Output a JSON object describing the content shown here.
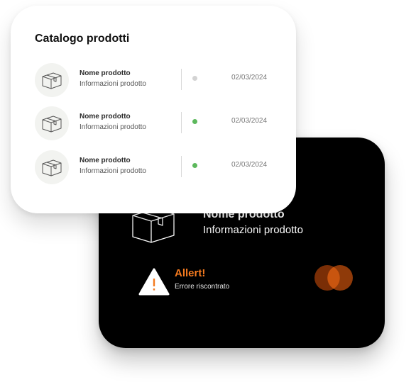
{
  "catalog": {
    "title": "Catalogo prodotti",
    "rows": [
      {
        "name": "Nome prodotto",
        "info": "Informazioni prodotto",
        "date": "02/03/2024",
        "status_color": "#d3d3d3"
      },
      {
        "name": "Nome prodotto",
        "info": "Informazioni prodotto",
        "date": "02/03/2024",
        "status_color": "#5cb85c"
      },
      {
        "name": "Nome prodotto",
        "info": "Informazioni prodotto",
        "date": "02/03/2024",
        "status_color": "#5cb85c"
      }
    ]
  },
  "detail": {
    "name": "Nome prodotto",
    "info": "Informazioni prodotto",
    "alert_title": "Allert!",
    "alert_message": "Errore riscontrato",
    "alert_color": "#f47a1f"
  },
  "icons": {
    "product": "box-icon",
    "alert": "warning-icon",
    "payment": "mastercard-logo"
  }
}
